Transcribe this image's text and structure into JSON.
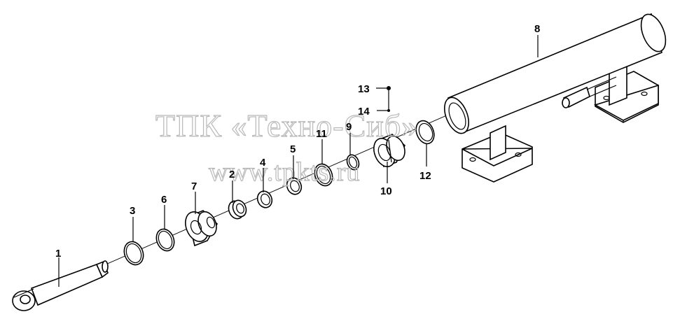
{
  "watermark": {
    "line1": "ТПК «Техно-Сиб»",
    "line2": "www.tpkts.ru"
  },
  "callouts": {
    "c1": "1",
    "c2": "2",
    "c3": "3",
    "c4": "4",
    "c5": "5",
    "c6": "6",
    "c7": "7",
    "c8": "8",
    "c9": "9",
    "c10": "10",
    "c11": "11",
    "c12": "12",
    "c13": "13",
    "c14": "14"
  }
}
